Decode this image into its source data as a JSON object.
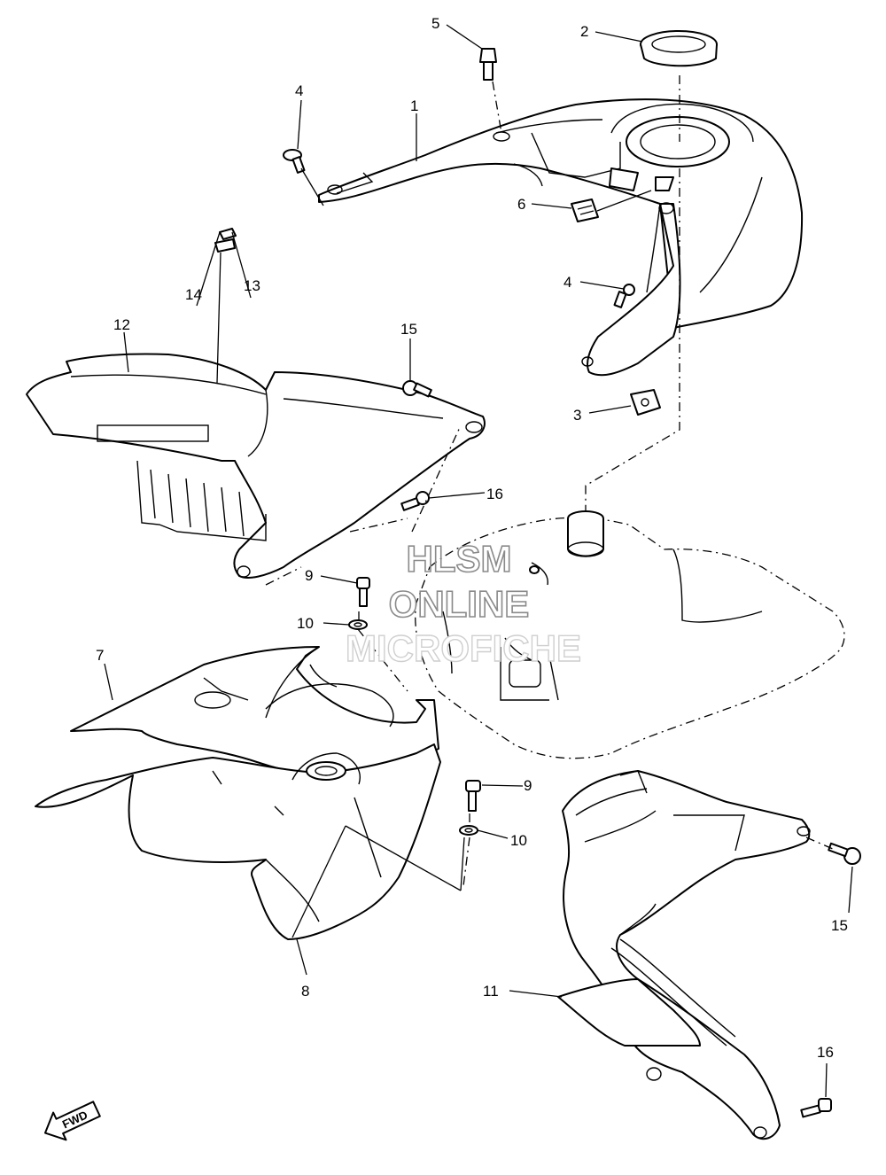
{
  "watermark": {
    "line1": "HLSM",
    "line2": "ONLINE",
    "line3": "MICROFICHE"
  },
  "fwd_label": "FWD",
  "callouts": {
    "c1": "1",
    "c2": "2",
    "c3": "3",
    "c4a": "4",
    "c4b": "4",
    "c5": "5",
    "c6": "6",
    "c7": "7",
    "c8": "8",
    "c9a": "9",
    "c9b": "9",
    "c10a": "10",
    "c10b": "10",
    "c11": "11",
    "c12": "12",
    "c13": "13",
    "c14": "14",
    "c15a": "15",
    "c15b": "15",
    "c16a": "16",
    "c16b": "16"
  }
}
